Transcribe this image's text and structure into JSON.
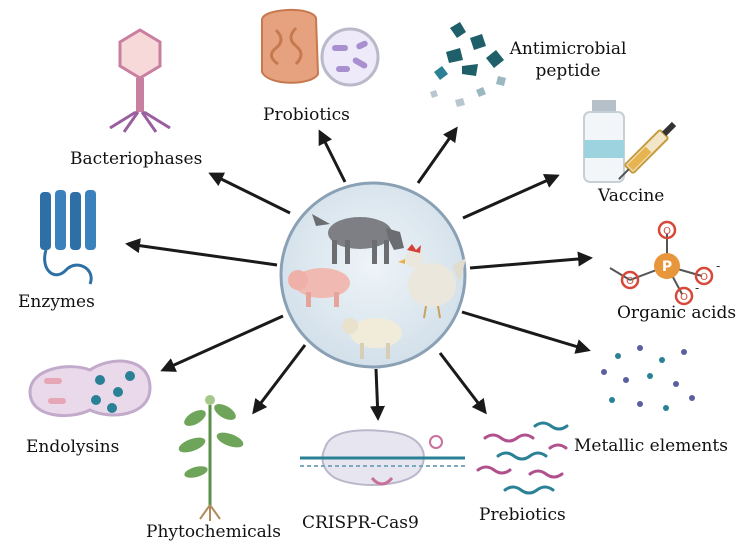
{
  "labels": {
    "bacteriophases": "Bacteriophases",
    "probiotics": "Probiotics",
    "antimicrobial_line1": "Antimicrobial",
    "antimicrobial_line2": "peptide",
    "vaccine": "Vaccine",
    "organic_acids": "Organic acids",
    "metallic_elements": "Metallic elements",
    "prebiotics": "Prebiotics",
    "crispr": "CRISPR-Cas9",
    "phytochemicals": "Phytochemicals",
    "endolysins": "Endolysins",
    "enzymes": "Enzymes"
  },
  "molecule": {
    "center_atom": "P",
    "oxygen_atom": "O",
    "charge": "-"
  },
  "colors": {
    "arrow": "#1a1a1a",
    "hub_fill": "#dfe9f1",
    "hub_stroke": "#8aa0b4",
    "phage": "#c97fa0",
    "probiotic_gut": "#e6a27e",
    "bacteria": "#a78fd0",
    "peptide": "#1f5f6a",
    "vaccine_liquid": "#9cd3df",
    "syringe": "#e6b450",
    "phosphorus": "#e8963c",
    "oxygen": "#d6493a",
    "enzyme": "#2e6fa5",
    "endolysin_cell": "#e9d9ea",
    "plant": "#6fa55a",
    "prebiotic_pink": "#b0508d",
    "prebiotic_teal": "#2a8196"
  }
}
